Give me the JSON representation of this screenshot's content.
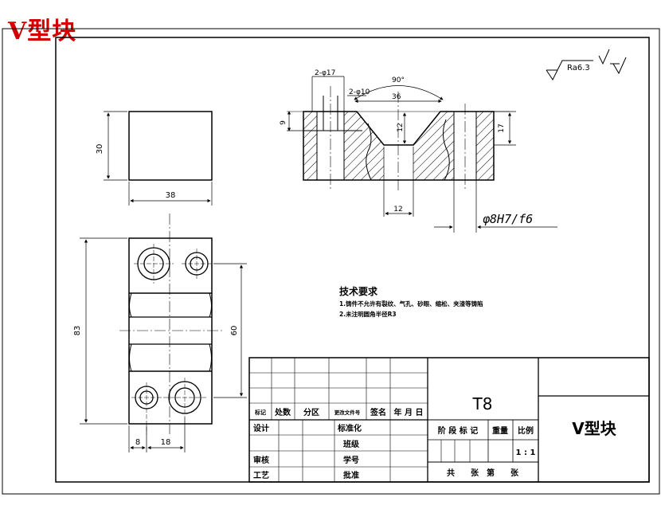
{
  "doc_title": "V型块",
  "dimensions": {
    "side_height": "30",
    "side_width": "38",
    "plan_length": "83",
    "plan_hole_span": "60",
    "plan_offset_small": "8",
    "plan_offset_large": "18",
    "sec_holes_top": "2-φ17",
    "sec_holes_inner": "2-φ10",
    "sec_angle": "90°",
    "sec_width_top": "36",
    "sec_depth_left": "9",
    "sec_depth_mid": "12",
    "sec_height_right": "17",
    "sec_bottom_width": "12",
    "sec_fit": "φ8H7/f6"
  },
  "roughness": "Ra6.3",
  "tech_requirements": {
    "heading": "技术要求",
    "item1": "1.铸件不允许有裂纹、气孔、砂眼、缩松、夹渣等铸陷",
    "item2": "2.未注明圆角半径R3"
  },
  "title_block": {
    "material": "T8",
    "part_name": "V型块",
    "rev_headers": [
      "标记",
      "处数",
      "分区",
      "更改文件号",
      "签名",
      "年 月 日"
    ],
    "roles": [
      "设计",
      "审核",
      "工艺"
    ],
    "std_labels": [
      "标准化",
      "班级",
      "学号",
      "批准"
    ],
    "stage_labels": [
      "阶 段 标 记",
      "重量",
      "比例"
    ],
    "scale": "1 : 1",
    "sheet_label": "共　　张　第　　张"
  }
}
